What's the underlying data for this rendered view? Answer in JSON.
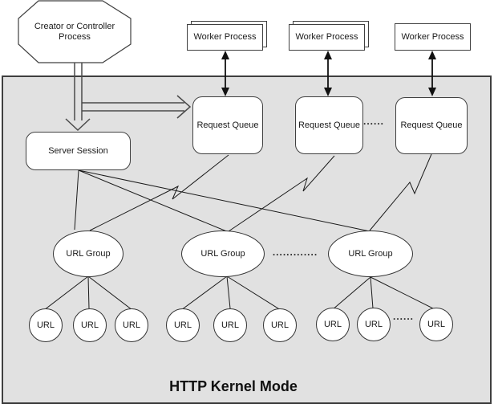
{
  "diagram": {
    "kernel_label": "HTTP Kernel Mode",
    "creator_process": {
      "label": "Creator or Controller Process"
    },
    "server_session": {
      "label": "Server Session"
    },
    "worker_processes": [
      {
        "label": "Worker Process"
      },
      {
        "label": "Worker Process"
      },
      {
        "label": "Worker Process"
      }
    ],
    "request_queues": [
      {
        "label": "Request Queue"
      },
      {
        "label": "Request Queue"
      },
      {
        "label": "Request Queue"
      }
    ],
    "url_groups": [
      {
        "label": "URL Group"
      },
      {
        "label": "URL Group"
      },
      {
        "label": "URL Group"
      }
    ],
    "urls": [
      {
        "label": "URL"
      },
      {
        "label": "URL"
      },
      {
        "label": "URL"
      },
      {
        "label": "URL"
      },
      {
        "label": "URL"
      },
      {
        "label": "URL"
      },
      {
        "label": "URL"
      },
      {
        "label": "URL"
      },
      {
        "label": "URL"
      }
    ],
    "ellipsis_text": {
      "between_queues": "......",
      "between_groups": ".............",
      "between_urls": "......"
    },
    "colors": {
      "kernel_background": "#e1e1e1",
      "node_fill": "#ffffff",
      "border": "#404040",
      "connector": "#1a1a1a"
    }
  }
}
